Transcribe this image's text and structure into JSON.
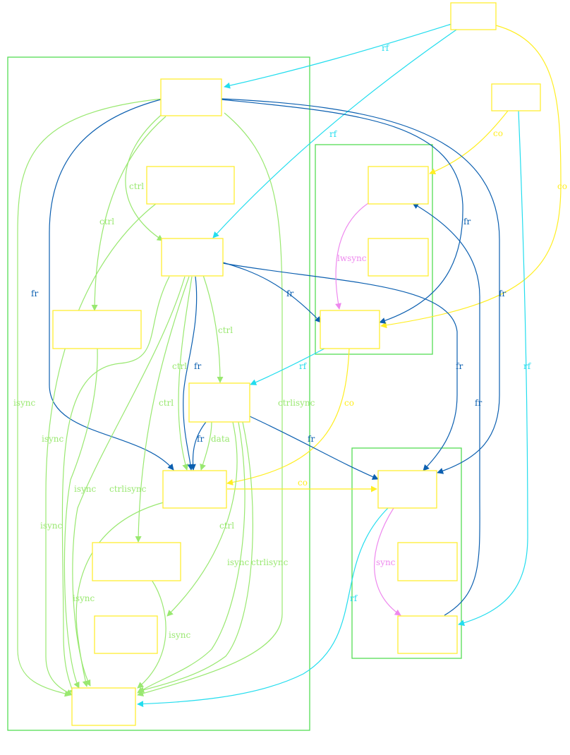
{
  "colors": {
    "cluster": "#55dd55",
    "node": "#ffee33",
    "fr": "#0b5fb0",
    "rf": "#22ddee",
    "co": "#ffee22",
    "ctrl": "#99e870",
    "sync": "#ee88ee"
  },
  "labels": {
    "rf": "rf",
    "co": "co",
    "fr": "fr",
    "ctrl": "ctrl",
    "isync": "isync",
    "ctrlisync": "ctrlisync",
    "data": "data",
    "lwsync": "lwsync",
    "sync": "sync"
  },
  "clusters": [
    "left-thread",
    "middle-thread",
    "right-thread"
  ],
  "nodes": [
    "n-top",
    "n-co-source",
    "n-a",
    "n-b",
    "n-c",
    "n-d",
    "n-e",
    "n-f",
    "n-g",
    "n-h",
    "n-i",
    "n-j",
    "n-m1",
    "n-m2",
    "n-m3",
    "n-r1",
    "n-r2",
    "n-r3"
  ],
  "edges": [
    {
      "kind": "rf",
      "label": "rf"
    },
    {
      "kind": "rf",
      "label": "rf"
    },
    {
      "kind": "co",
      "label": "co"
    },
    {
      "kind": "rf",
      "label": "rf"
    },
    {
      "kind": "co",
      "label": "co"
    },
    {
      "kind": "fr",
      "label": "fr"
    },
    {
      "kind": "fr",
      "label": "fr"
    },
    {
      "kind": "fr",
      "label": "fr"
    },
    {
      "kind": "ctrl",
      "label": "ctrl"
    },
    {
      "kind": "ctrl",
      "label": "ctrl"
    },
    {
      "kind": "ctrl",
      "label": "isync"
    },
    {
      "kind": "ctrl",
      "label": "ctrlisync"
    },
    {
      "kind": "ctrl",
      "label": "isync"
    },
    {
      "kind": "fr",
      "label": "fr"
    },
    {
      "kind": "fr",
      "label": "fr"
    },
    {
      "kind": "ctrl",
      "label": "ctrl"
    },
    {
      "kind": "ctrl",
      "label": "ctrl"
    },
    {
      "kind": "fr",
      "label": "fr"
    },
    {
      "kind": "ctrl",
      "label": "ctrl"
    },
    {
      "kind": "ctrl",
      "label": "isync"
    },
    {
      "kind": "ctrl",
      "label": "ctrlisync"
    },
    {
      "kind": "ctrl",
      "label": "isync"
    },
    {
      "kind": "rf",
      "label": "rf"
    },
    {
      "kind": "co",
      "label": "co"
    },
    {
      "kind": "sync",
      "label": "lwsync"
    },
    {
      "kind": "fr",
      "label": "fr"
    },
    {
      "kind": "fr",
      "label": "fr"
    },
    {
      "kind": "ctrl",
      "label": "data"
    },
    {
      "kind": "ctrl",
      "label": "ctrl"
    },
    {
      "kind": "ctrl",
      "label": "isync"
    },
    {
      "kind": "ctrl",
      "label": "ctrlisync"
    },
    {
      "kind": "co",
      "label": "co"
    },
    {
      "kind": "ctrl",
      "label": "isync"
    },
    {
      "kind": "ctrl",
      "label": "isync"
    },
    {
      "kind": "ctrl",
      "label": "isync"
    },
    {
      "kind": "sync",
      "label": "sync"
    },
    {
      "kind": "rf",
      "label": "rf"
    },
    {
      "kind": "fr",
      "label": "fr"
    }
  ]
}
